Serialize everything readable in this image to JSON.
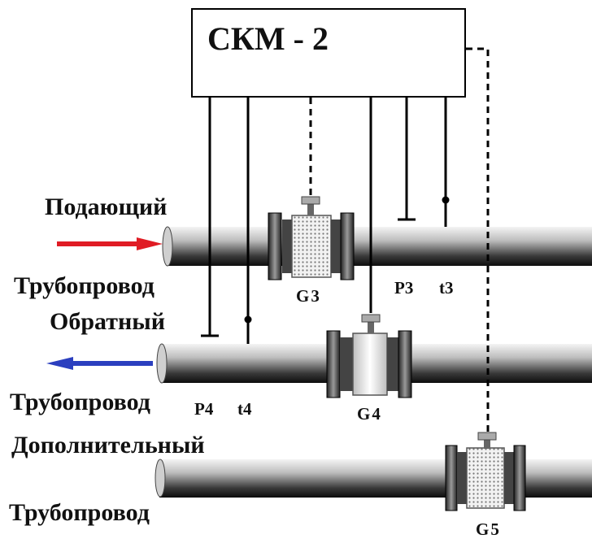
{
  "controller": {
    "label": "СКМ - 2"
  },
  "pipes": {
    "supply": {
      "label_top": "Подающий",
      "label_bottom": "Трубопровод",
      "arrow_color": "#e01c24"
    },
    "return": {
      "label_top": "Обратный",
      "label_bottom": "Трубопровод",
      "arrow_color": "#2b3fbf"
    },
    "extra": {
      "label_top": "Дополнительный",
      "label_bottom": "Трубопровод"
    }
  },
  "meters": {
    "g3": "G3",
    "g4": "G4",
    "g5": "G5"
  },
  "sensors": {
    "p3": "P3",
    "t3": "t3",
    "p4": "P4",
    "t4": "t4"
  }
}
